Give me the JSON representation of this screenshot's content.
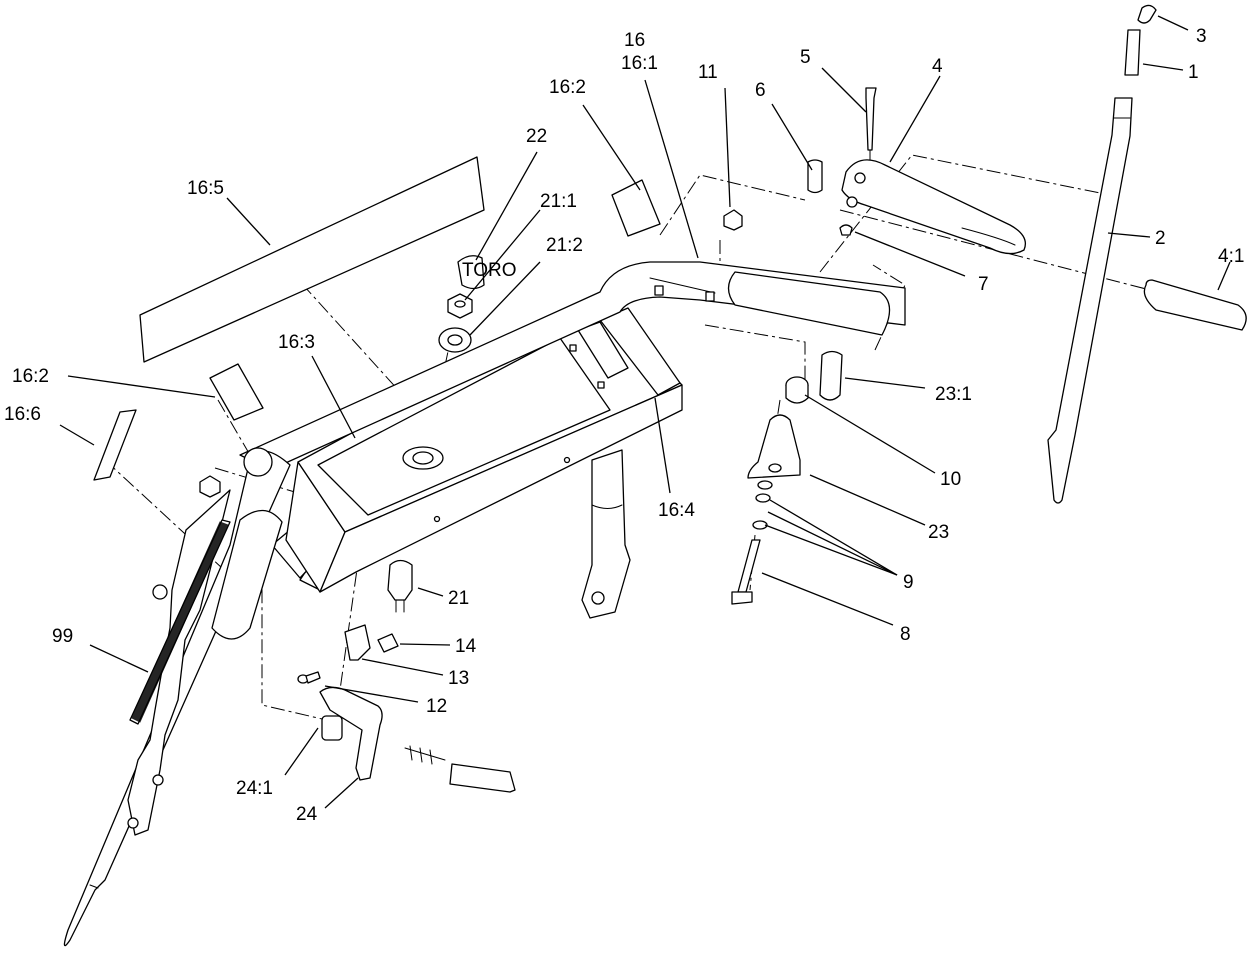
{
  "callouts": {
    "c1": "1",
    "c2": "2",
    "c3": "3",
    "c4": "4",
    "c4_1": "4:1",
    "c5": "5",
    "c6": "6",
    "c7": "7",
    "c8": "8",
    "c9": "9",
    "c10": "10",
    "c11": "11",
    "c12": "12",
    "c13": "13",
    "c14": "14",
    "c16": "16",
    "c16_1": "16:1",
    "c16_2a": "16:2",
    "c16_2b": "16:2",
    "c16_3": "16:3",
    "c16_4": "16:4",
    "c16_5": "16:5",
    "c16_6": "16:6",
    "c21": "21",
    "c21_1": "21:1",
    "c21_2": "21:2",
    "c22": "22",
    "c23": "23",
    "c23_1": "23:1",
    "c24": "24",
    "c24_1": "24:1",
    "c99": "99"
  },
  "logo_text": "TORO"
}
